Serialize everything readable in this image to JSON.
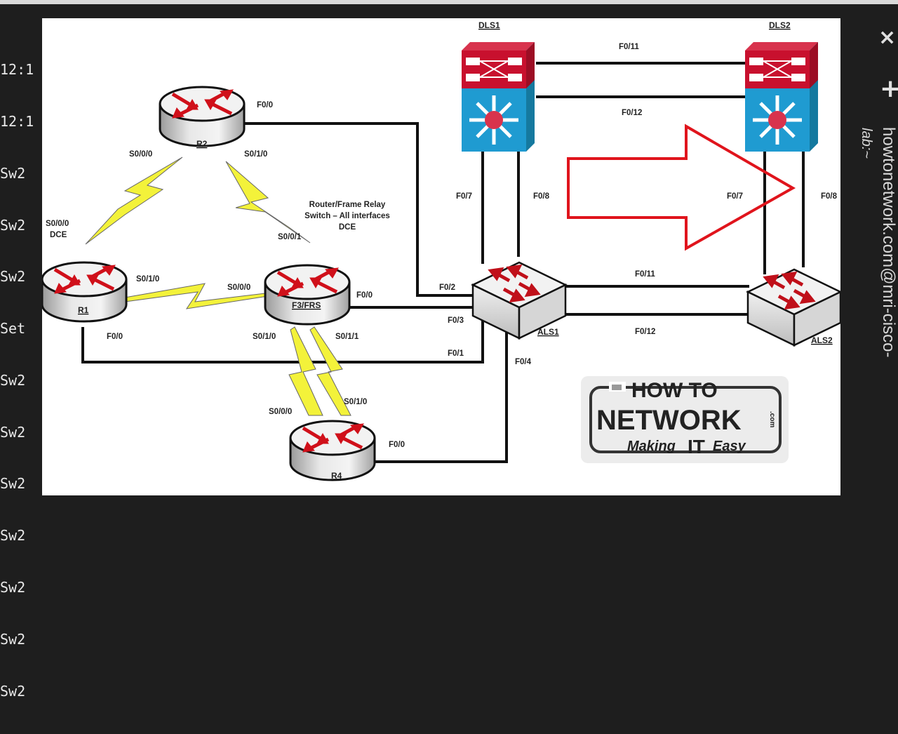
{
  "window": {
    "type": "terminal-with-overlay-diagram"
  },
  "terminal": {
    "lines": [
      "12:1",
      "12:1",
      "Sw2",
      "Sw2",
      "Sw2",
      "Set",
      "Sw2",
      "Sw2",
      "Sw2",
      "Sw2",
      "Sw2",
      "Sw2",
      "Sw2"
    ]
  },
  "side_panel": {
    "close_icon": "×",
    "add_icon": "+",
    "title_vertical": "howtonetwork.com@mri-cisco-",
    "subtitle_vertical": "lab:~"
  },
  "diagram": {
    "devices": {
      "R1": "R1",
      "R2": "R2",
      "F3FRS": "F3/FRS",
      "R4": "R4",
      "DLS1": "DLS1",
      "DLS2": "DLS2",
      "ALS1": "ALS1",
      "ALS2": "ALS2"
    },
    "labels": {
      "r2_f00": "F0/0",
      "r2_s000": "S0/0/0",
      "r2_s010": "S0/1/0",
      "r1_s000": "S0/0/0",
      "r1_dce": "DCE",
      "r1_s010": "S0/1/0",
      "r1_f00": "F0/0",
      "frs_s001": "S0/0/1",
      "frs_s000": "S0/0/0",
      "frs_f00": "F0/0",
      "frs_s010": "S0/1/0",
      "frs_s011": "S0/1/1",
      "frs_note_1": "Router/Frame Relay",
      "frs_note_2": "Switch – All interfaces",
      "frs_note_3": "DCE",
      "r4_s000": "S0/0/0",
      "r4_s010": "S0/1/0",
      "r4_f00": "F0/0",
      "dls_f011": "F0/11",
      "dls_f012": "F0/12",
      "dls1_f07": "F0/7",
      "dls1_f08": "F0/8",
      "dls2_f07": "F0/7",
      "dls2_f08": "F0/8",
      "als1_f02": "F0/2",
      "als1_f03": "F0/3",
      "als1_f01": "F0/1",
      "als1_f04": "F0/4",
      "als_f011": "F0/11",
      "als_f012": "F0/12"
    },
    "logo": {
      "line1": "HOW TO",
      "line2": "NETWORK",
      "dotcom": ".com",
      "tagline_a": "Making",
      "tagline_b": "IT",
      "tagline_c": "Easy"
    },
    "colors": {
      "router_arrow": "#d0101a",
      "serial_link": "#f3f23a",
      "dls_top": "#c8102e",
      "dls_bottom": "#1f9bd1",
      "highlight_arrow": "#e0141c",
      "logo_purple": "#8a3f9c",
      "logo_dark": "#333333"
    }
  }
}
